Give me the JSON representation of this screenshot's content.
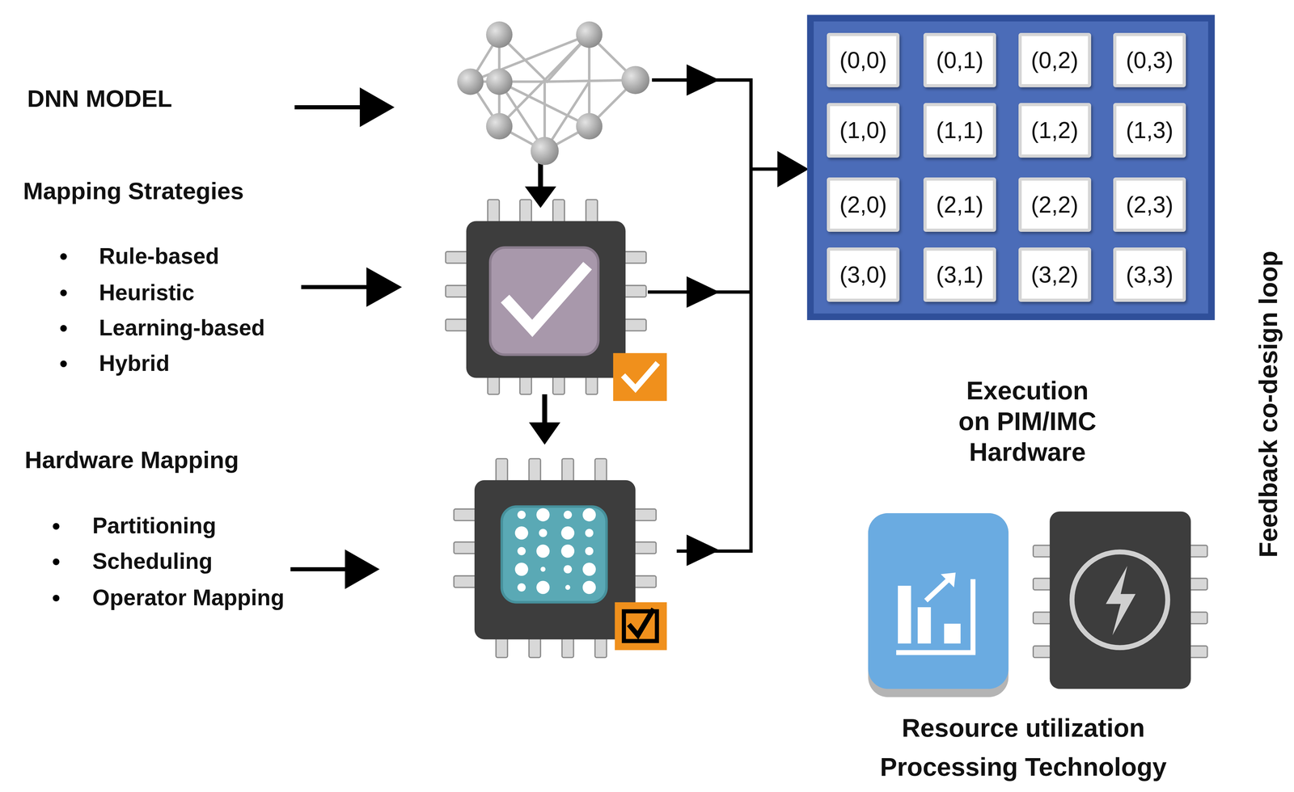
{
  "diagram": {
    "nodes": [
      {
        "text": [
          "(0,0)"
        ]
      },
      {
        "text": [
          "(0,1)"
        ]
      },
      {
        "text": [
          "(0,2)"
        ]
      },
      {
        "text": [
          "(0,3)"
        ]
      },
      {
        "text": [
          "(1,0)"
        ]
      },
      {
        "text": [
          "(1,1)"
        ]
      },
      {
        "text": [
          "(1,2)"
        ]
      },
      {
        "text": [
          "(1,3)"
        ]
      },
      {
        "text": [
          "(2,0)"
        ]
      },
      {
        "text": [
          "(2,1)"
        ]
      },
      {
        "text": [
          "(2,2)"
        ]
      },
      {
        "text": [
          "(2,3)"
        ]
      },
      {
        "text": [
          "(3,0)"
        ]
      },
      {
        "text": [
          "(3,1)"
        ]
      },
      {
        "text": [
          "(3,2)"
        ]
      },
      {
        "text": [
          "(3,3)"
        ]
      }
    ],
    "labels": [
      "DNN MODEL",
      "Mapping Strategies",
      "Rule-based",
      "Heuristic",
      "Learning-based",
      "Hybrid",
      "Hardware Mapping",
      "Partitioning",
      "Scheduling",
      "Operator Mapping",
      "Execution on PIM/IMC Hardware",
      "Resource utilization",
      "Processing Technology",
      "Feedback co-design loop"
    ]
  }
}
